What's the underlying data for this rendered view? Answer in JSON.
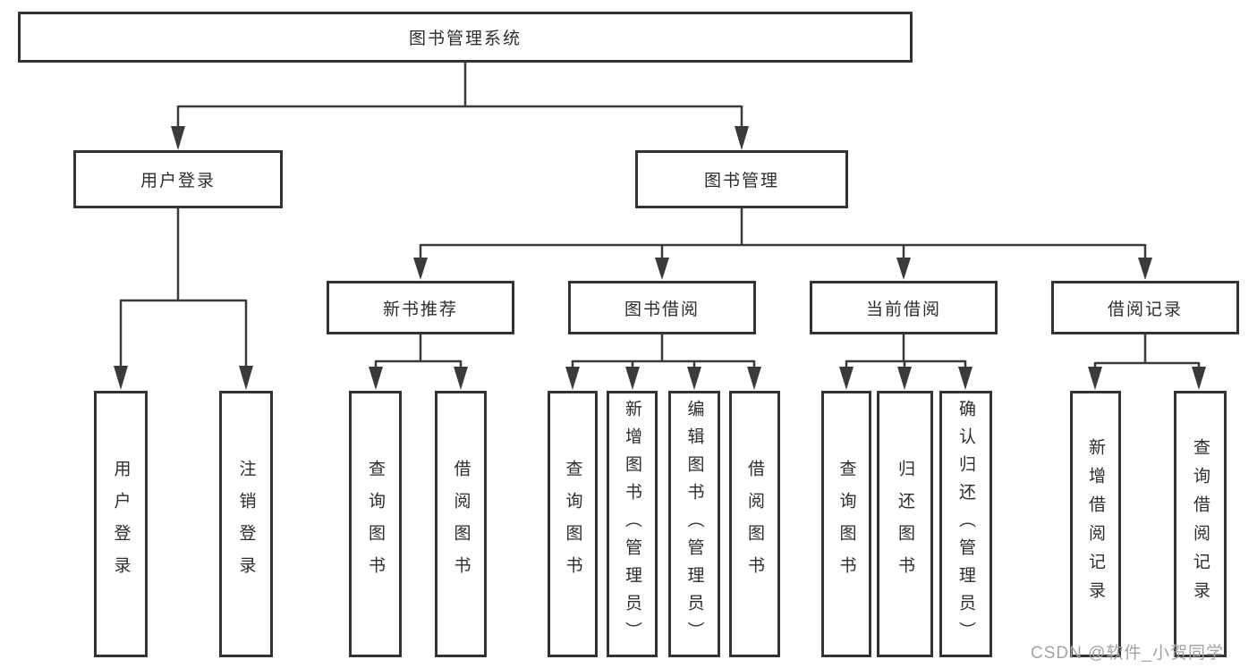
{
  "diagram_title": "图书管理系统",
  "tree": {
    "root": {
      "label": "图书管理系统"
    },
    "branches": [
      {
        "label": "用户登录",
        "leaves": [
          {
            "label": "用户登录"
          },
          {
            "label": "注销登录"
          }
        ]
      },
      {
        "label": "图书管理",
        "sections": [
          {
            "label": "新书推荐",
            "leaves": [
              {
                "label": "查询图书"
              },
              {
                "label": "借阅图书"
              }
            ]
          },
          {
            "label": "图书借阅",
            "leaves": [
              {
                "label": "查询图书"
              },
              {
                "label": "新增图书（管理员）"
              },
              {
                "label": "编辑图书（管理员）"
              },
              {
                "label": "借阅图书"
              }
            ]
          },
          {
            "label": "当前借阅",
            "leaves": [
              {
                "label": "查询图书"
              },
              {
                "label": "归还图书"
              },
              {
                "label": "确认归还（管理员）"
              }
            ]
          },
          {
            "label": "借阅记录",
            "leaves": [
              {
                "label": "新增借阅记录"
              },
              {
                "label": "查询借阅记录"
              }
            ]
          }
        ]
      }
    ]
  },
  "watermark": {
    "text": "CSDN @软件_小贺同学"
  },
  "colors": {
    "line": "#3a3a3a",
    "box_border": "#333333",
    "text": "#2d2d2d",
    "watermark": "#a3a3a3",
    "background": "#ffffff"
  }
}
